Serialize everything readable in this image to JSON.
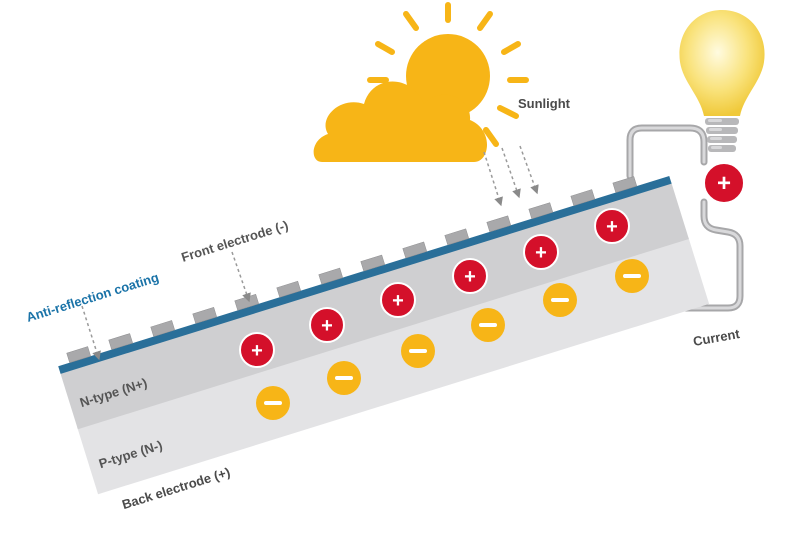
{
  "labels": {
    "sunlight": "Sunlight",
    "front_electrode": "Front electrode (-)",
    "anti_reflection": "Anti-reflection coating",
    "n_type": "N-type (N+)",
    "p_type": "P-type (N-)",
    "back_electrode": "Back electrode (+)",
    "current": "Current"
  },
  "symbols": {
    "plus": "+",
    "minus": "−"
  },
  "colors": {
    "sun": "#f7b517",
    "cloud": "#f7b517",
    "coating": "#2a6f99",
    "n_layer": "#cfcfd1",
    "p_layer": "#e3e3e5",
    "electrode": "#a9a9ab",
    "hole": "#d4102a",
    "electron": "#f7b517",
    "bulb": "#f9e27a",
    "wire": "#a7a7a9"
  },
  "icons": [
    "sun-icon",
    "cloud-icon",
    "light-bulb-icon",
    "plus-charge-icon",
    "minus-charge-icon"
  ]
}
